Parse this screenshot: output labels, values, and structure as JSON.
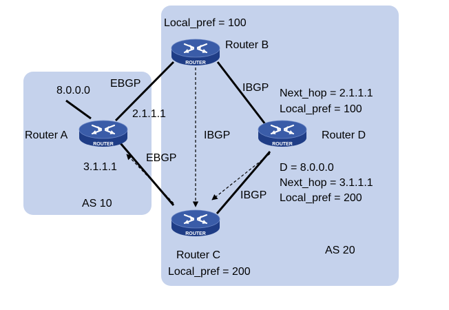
{
  "areas": {
    "as10": {
      "label": "AS 10",
      "fill": "#c5d2ec"
    },
    "as20": {
      "label": "AS 20",
      "fill": "#c5d2ec"
    }
  },
  "routers": {
    "a": {
      "label": "Router A",
      "badge": "ROUTER"
    },
    "b": {
      "label": "Router B",
      "badge": "ROUTER"
    },
    "c": {
      "label": "Router C",
      "badge": "ROUTER"
    },
    "d": {
      "label": "Router D",
      "badge": "ROUTER"
    }
  },
  "router_colors": {
    "top": "#3a5ca8",
    "side": "#1f3d86",
    "arrows": "#ffffff"
  },
  "links": {
    "ab": "EBGP",
    "bd": "IBGP",
    "dc": "IBGP",
    "bc": "IBGP",
    "ca": "EBGP"
  },
  "labels": {
    "network": "8.0.0.0",
    "a_b_ip": "2.1.1.1",
    "a_c_ip": "3.1.1.1",
    "b_local_pref": "Local_pref = 100",
    "c_local_pref": "Local_pref = 200",
    "d_next_hop_1": "Next_hop = 2.1.1.1",
    "d_local_pref_1": "Local_pref = 100",
    "d_dest": "D = 8.0.0.0",
    "d_next_hop_2": "Next_hop = 3.1.1.1",
    "d_local_pref_2": "Local_pref = 200"
  },
  "icons": [
    "router-icon",
    "four-arrows-icon"
  ]
}
